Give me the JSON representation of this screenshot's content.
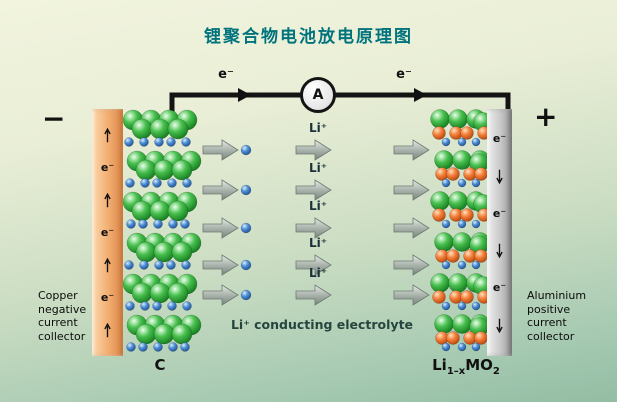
{
  "title": "锂聚合物电池放电原理图",
  "circuit": {
    "wire_electron_left": "e⁻",
    "wire_electron_right": "e⁻",
    "ammeter_label": "A"
  },
  "terminals": {
    "negative": "−",
    "positive": "+"
  },
  "left_collector": {
    "electron_label": "e⁻",
    "caption_lines": [
      "Copper",
      "negative",
      "current",
      "collector"
    ]
  },
  "right_collector": {
    "electron_label": "e⁻",
    "caption_lines": [
      "Aluminium",
      "positive",
      "current",
      "collector"
    ]
  },
  "electrolyte": {
    "ion_label": "Li⁺",
    "caption": "Li⁺ conducting electrolyte"
  },
  "electrode_labels": {
    "left": "C",
    "right_prefix": "Li",
    "right_sub1": "1–x",
    "right_mid": "MO",
    "right_sub2": "2"
  },
  "colors": {
    "title": "#00737d",
    "copper_collector": "#ef9f5f",
    "aluminium_collector": "#bdbdbd",
    "carbon_sphere": "#49c04f",
    "lithium_ion": "#4e8fd6",
    "metal_oxide_sphere": "#f4803a",
    "wire": "#141414",
    "arrow": "#aab4ac"
  }
}
